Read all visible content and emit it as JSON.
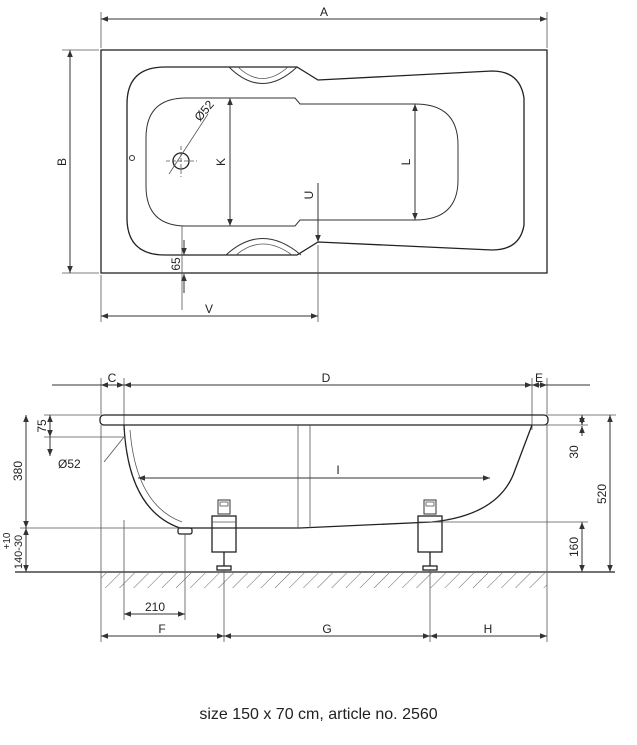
{
  "labels": {
    "A": "A",
    "B": "B",
    "K": "K",
    "L": "L",
    "U": "U",
    "V": "V",
    "C": "C",
    "D": "D",
    "E": "E",
    "F": "F",
    "G": "G",
    "H": "H",
    "I": "I",
    "dia_top": "Ø52",
    "dia_side": "Ø52",
    "d65": "65",
    "d75": "75",
    "d380": "380",
    "d140": "140-30",
    "d10": "+10",
    "d210": "210",
    "d30": "30",
    "d520": "520",
    "d160": "160"
  },
  "caption": "size 150 x 70 cm, article no. 2560"
}
